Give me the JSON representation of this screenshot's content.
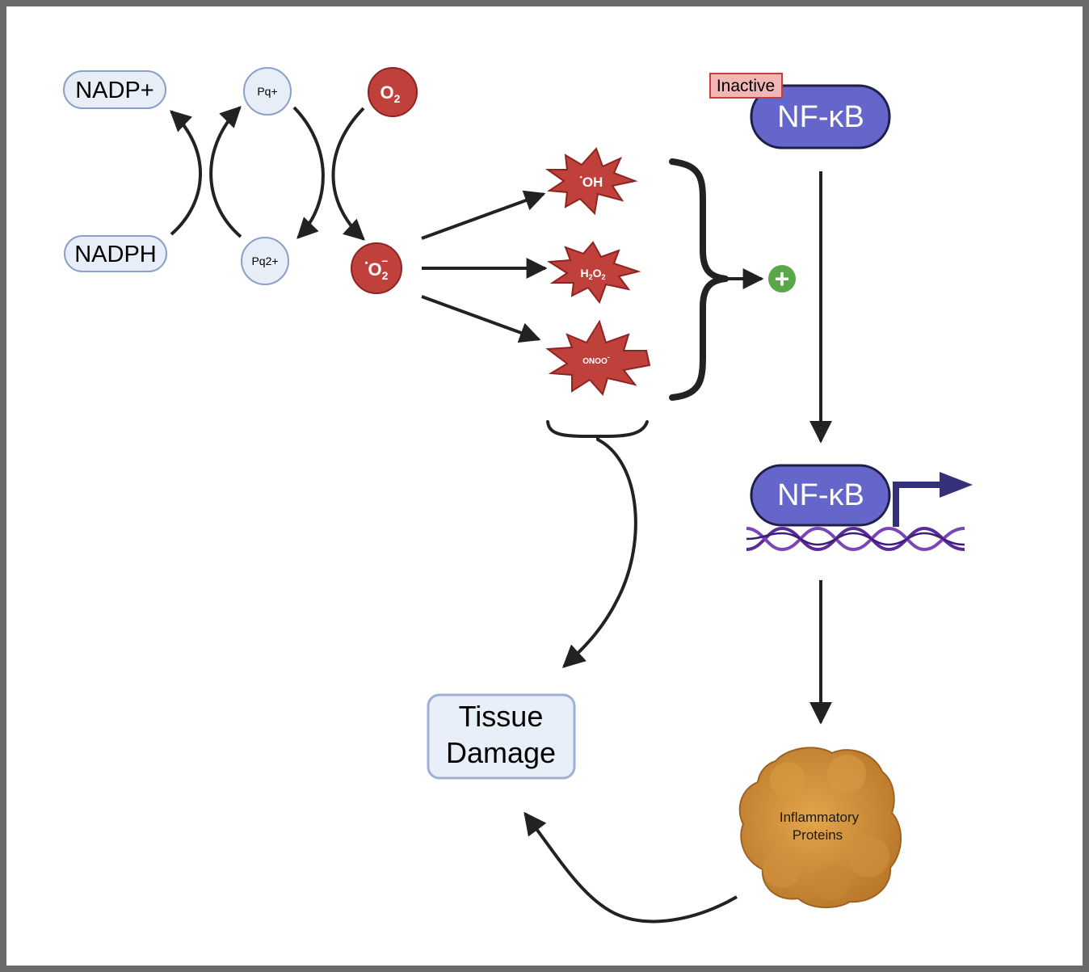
{
  "cofactors": {
    "nadp_plus": "NADP+",
    "nadph": "NADPH"
  },
  "paraquat": {
    "oxidized": "Pq+",
    "reduced": "Pq2+"
  },
  "oxygen": {
    "symbol": "O",
    "subscript": "2"
  },
  "superoxide": {
    "dot": "•",
    "symbol": "O",
    "subscript": "2",
    "charge": "–"
  },
  "ros": {
    "hydroxyl": {
      "dot": "•",
      "text": "OH"
    },
    "peroxide": {
      "h": "H",
      "h_sub": "2",
      "o": "O",
      "o_sub": "2"
    },
    "peroxynitrite": {
      "text": "ONOO",
      "charge": "-"
    }
  },
  "activation_symbol": "+",
  "nfkb": {
    "inactive_badge": "Inactive",
    "inactive_label": "NF-κB",
    "active_label": "NF-κB"
  },
  "inflammatory_proteins": {
    "line1": "Inflammatory",
    "line2": "Proteins"
  },
  "tissue_damage": {
    "line1": "Tissue",
    "line2": "Damage"
  },
  "colors": {
    "frame": "#6b6b6b",
    "pill_fill": "#e8eef8",
    "pill_stroke": "#8aa0c8",
    "red_molecule": "#c0413c",
    "red_stroke": "#8e2421",
    "nfkb_fill": "#6466c9",
    "nfkb_stroke": "#1f1f4a",
    "inactive_fill": "#f2b6b6",
    "inactive_stroke": "#c0413c",
    "plus_green": "#5aa649",
    "dna_purple": "#5b2a9a",
    "promoter_arrow": "#35307a",
    "protein_orange": "#c98a34",
    "tissue_fill": "#e9eff9",
    "tissue_stroke": "#9db0d6",
    "arrow": "#222222"
  }
}
